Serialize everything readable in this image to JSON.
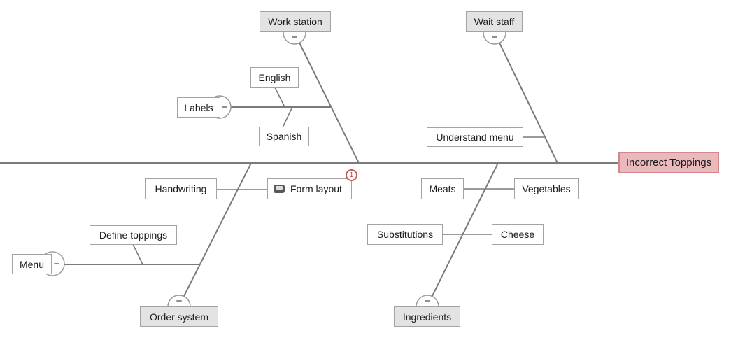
{
  "diagram": {
    "type": "fishbone-cause-effect",
    "effect": {
      "label": "Incorrect Toppings"
    }
  },
  "categories": {
    "work_station": {
      "label": "Work station",
      "side": "top"
    },
    "wait_staff": {
      "label": "Wait staff",
      "side": "top"
    },
    "order_system": {
      "label": "Order system",
      "side": "bottom"
    },
    "ingredients": {
      "label": "Ingredients",
      "side": "bottom"
    }
  },
  "causes": {
    "labels": {
      "label": "Labels",
      "has_collapse_button": true
    },
    "english": {
      "label": "English"
    },
    "spanish": {
      "label": "Spanish"
    },
    "understand_menu": {
      "label": "Understand menu"
    },
    "handwriting": {
      "label": "Handwriting"
    },
    "form_layout": {
      "label": "Form layout",
      "icon": "comment-icon",
      "badge_count": "1"
    },
    "menu": {
      "label": "Menu",
      "has_collapse_button": true
    },
    "define_toppings": {
      "label": "Define toppings"
    },
    "meats": {
      "label": "Meats"
    },
    "vegetables": {
      "label": "Vegetables"
    },
    "substitutions": {
      "label": "Substitutions"
    },
    "cheese": {
      "label": "Cheese"
    }
  },
  "structure": {
    "effect": "Incorrect Toppings",
    "branches": [
      {
        "category": "Work station",
        "side": "top",
        "causes": [
          {
            "label": "Labels",
            "sub_causes": [
              "English",
              "Spanish"
            ]
          }
        ]
      },
      {
        "category": "Wait staff",
        "side": "top",
        "causes": [
          {
            "label": "Understand menu",
            "sub_causes": []
          }
        ]
      },
      {
        "category": "Order system",
        "side": "bottom",
        "causes": [
          {
            "label": "Handwriting",
            "sub_causes": []
          },
          {
            "label": "Form layout",
            "sub_causes": []
          },
          {
            "label": "Menu",
            "sub_causes": [
              "Define toppings"
            ]
          }
        ]
      },
      {
        "category": "Ingredients",
        "side": "bottom",
        "causes": [
          {
            "label": "Meats",
            "sub_causes": []
          },
          {
            "label": "Vegetables",
            "sub_causes": []
          },
          {
            "label": "Substitutions",
            "sub_causes": []
          },
          {
            "label": "Cheese",
            "sub_causes": []
          }
        ]
      }
    ]
  },
  "colors": {
    "line": "#7a7a7a",
    "box_border": "#a3a3a3",
    "category_fill": "#e3e3e3",
    "cause_fill": "#ffffff",
    "effect_fill": "#eab9bb",
    "effect_border": "#d4878b",
    "badge_red": "#c45a56",
    "comment_icon_gray": "#595959"
  }
}
